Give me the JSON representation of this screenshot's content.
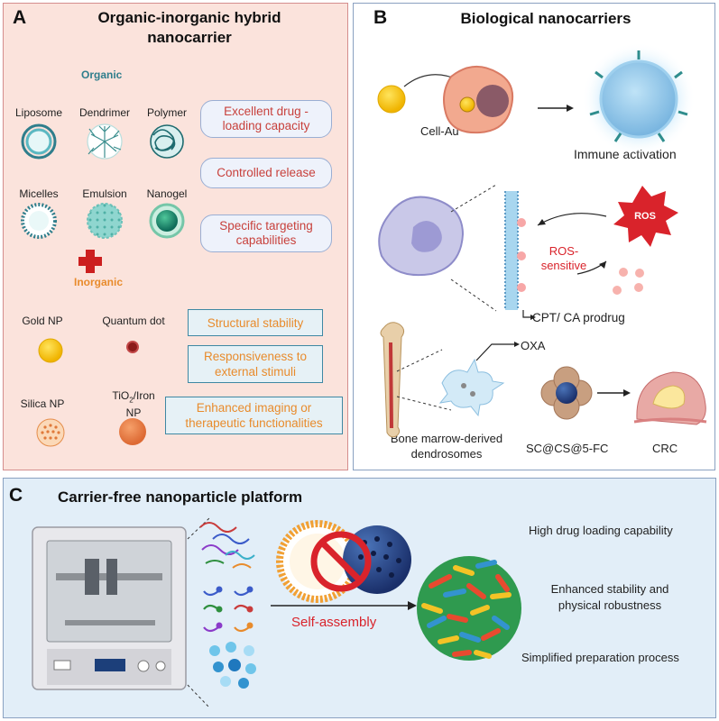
{
  "panel_a": {
    "letter": "A",
    "title_line1": "Organic-inorganic hybrid",
    "title_line2": "nanocarrier",
    "organic_label": "Organic",
    "inorganic_label": "Inorganic",
    "carriers": [
      "Liposome",
      "Dendrimer",
      "Polymer",
      "Micelles",
      "Emulsion",
      "Nanogel"
    ],
    "organic_benefits": [
      "Excellent drug -",
      "loading capacity",
      "Controlled release",
      "Specific targeting",
      "capabilities"
    ],
    "inorganic": [
      "Gold NP",
      "Quantum dot",
      "Silica NP",
      "TiO",
      "2",
      "/Iron",
      "NP"
    ],
    "inorganic_benefits": [
      "Structural stability",
      "Responsiveness to",
      "external stimuli",
      "Enhanced imaging or",
      "therapeutic functionalities"
    ]
  },
  "panel_b": {
    "letter": "B",
    "title": "Biological nanocarriers",
    "cell_au": "Cell-Au",
    "immune": "Immune activation",
    "ros": "ROS",
    "ros_sensitive_1": "ROS-",
    "ros_sensitive_2": "sensitive",
    "prodrug": "CPT/ CA prodrug",
    "oxa": "OXA",
    "dendrosomes_1": "Bone marrow-derived",
    "dendrosomes_2": "dendrosomes",
    "sc": "SC@CS@5-FC",
    "crc": "CRC"
  },
  "panel_c": {
    "letter": "C",
    "title": "Carrier-free nanoparticle platform",
    "self_assembly": "Self-assembly",
    "features": [
      "High drug loading capability",
      "Enhanced stability and",
      "physical robustness",
      "Simplified preparation process"
    ]
  },
  "colors": {
    "panel_a_bg": "#fbe3dc",
    "panel_c_bg": "#e2eef8",
    "benefit_red": "#c8413c",
    "benefit_orange": "#e88b2c",
    "organic_teal": "#2f7e8c",
    "inorganic_orange": "#e88b2c",
    "ros_red": "#d9232b"
  }
}
